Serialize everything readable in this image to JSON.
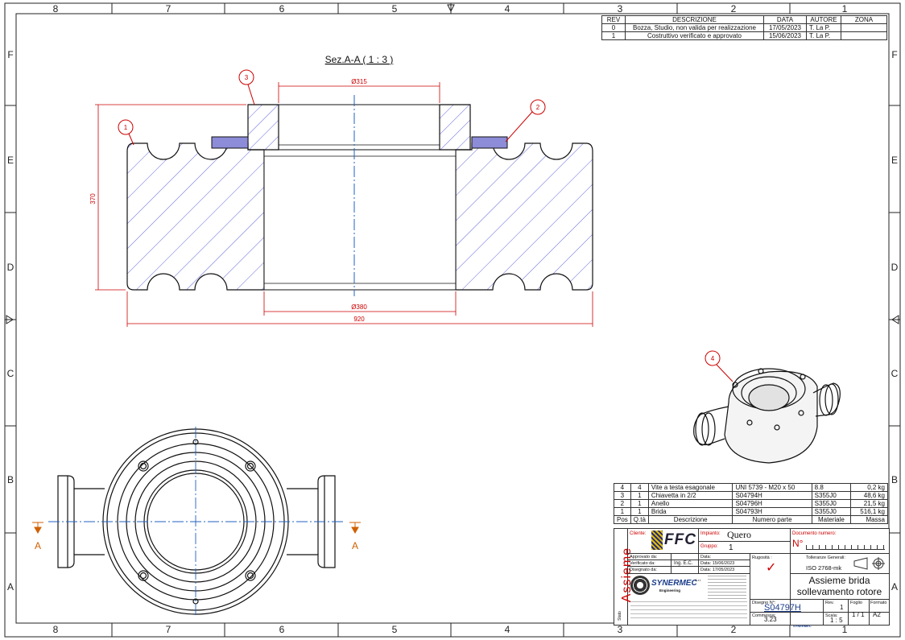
{
  "zones": {
    "columns": [
      "8",
      "7",
      "6",
      "5",
      "4",
      "3",
      "2",
      "1"
    ],
    "rows": [
      "F",
      "E",
      "D",
      "C",
      "B",
      "A"
    ]
  },
  "revisions": {
    "headers": [
      "REV",
      "DESCRIZIONE",
      "DATA",
      "AUTORE",
      "ZONA"
    ],
    "rows": [
      {
        "rev": "0",
        "description": "Bozza, Studio, non valida per realizzazione",
        "date": "17/05/2023",
        "author": "T. La P.",
        "zone": ""
      },
      {
        "rev": "1",
        "description": "Costruttivo verificato e approvato",
        "date": "15/06/2023",
        "author": "T. La P.",
        "zone": ""
      }
    ]
  },
  "section_view": {
    "title": "Sez.A-A ( 1 : 3 )",
    "dim_top": "Ø315",
    "dim_bore": "Ø380",
    "dim_width": "920",
    "dim_height": "370"
  },
  "balloons": [
    "1",
    "2",
    "3",
    "4"
  ],
  "section_marker": "A",
  "bom": {
    "headers": [
      "Pos",
      "Q.tà",
      "Descrizione",
      "Numero parte",
      "Materiale",
      "Massa"
    ],
    "rows": [
      {
        "pos": "4",
        "qty": "4",
        "description": "Vite a testa esagonale",
        "part": "UNI 5739 - M20 x 50",
        "material": "8.8",
        "mass": "0,2 kg"
      },
      {
        "pos": "3",
        "qty": "1",
        "description": "Chiavetta in 2/2",
        "part": "S04794H",
        "material": "S355J0",
        "mass": "48,6 kg"
      },
      {
        "pos": "2",
        "qty": "1",
        "description": "Anello",
        "part": "S04796H",
        "material": "S355J0",
        "mass": "21,5 kg"
      },
      {
        "pos": "1",
        "qty": "1",
        "description": "Brida",
        "part": "S04793H",
        "material": "S355J0",
        "mass": "516,1 kg"
      }
    ]
  },
  "title_block": {
    "vertical_label": "Assieme",
    "stato_label": "Stato",
    "cliente_label": "Cliente:",
    "cliente_logo": "FFC",
    "impianto_label": "Impianto:",
    "impianto_value": "Quero",
    "gruppo_label": "Gruppo:",
    "gruppo_value": "1",
    "documento_label": "Documento numero:",
    "numero_label": "N°",
    "approvato_label": "Approvato da:",
    "verificato_label": "Verificato da:",
    "verificato_value": "Ing. E.C.",
    "disegnato_label": "Disegnato da:",
    "data_label": "Data:",
    "data_verificato": "15/06/2023",
    "data_disegnato": "17/05/2023",
    "rugosita_label": "Rugosità :",
    "rugosita_symbol": "✓",
    "tolleranze_label": "Tolleranze Generali:",
    "tolleranze_value": "ISO 2768-mk",
    "company_name": "SYNERMEC",
    "company_suffix": "S.r.l.",
    "company_sub": "Engineering",
    "drawing_title_line1": "Assieme brida",
    "drawing_title_line2": "sollevamento rotore",
    "disegno_label": "Disegno N°:",
    "disegno_value": "S04797H",
    "rev_label": "Rev.",
    "rev_value": "1",
    "foglio_label": "Foglio",
    "foglio_value": "1 / 1",
    "formato_label": "Formato",
    "formato_value": "A2",
    "commessa_label": "Commessa:",
    "commessa_value": "3.23",
    "scala_label": "Scala:",
    "scala_value": "1 : 5",
    "footer_brand": "SYNERMEC"
  }
}
